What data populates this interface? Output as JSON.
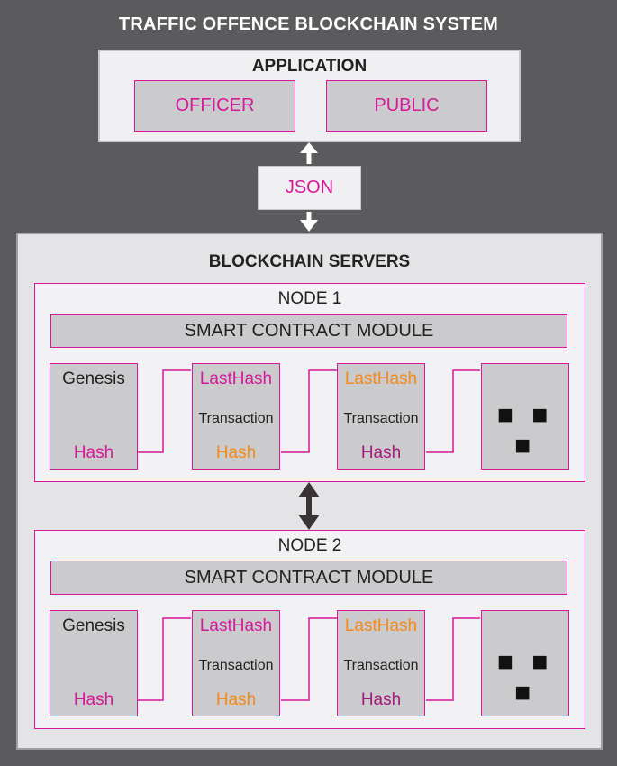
{
  "title": "TRAFFIC OFFENCE BLOCKCHAIN SYSTEM",
  "application": {
    "title": "APPLICATION",
    "buttons": [
      "OFFICER",
      "PUBLIC"
    ]
  },
  "json_label": "JSON",
  "blockchain": {
    "title": "BLOCKCHAIN SERVERS",
    "nodes": [
      {
        "label": "NODE 1",
        "module": "SMART CONTRACT MODULE",
        "blocks": [
          {
            "top": "Genesis",
            "middle": "",
            "bottom": "Hash"
          },
          {
            "top": "LastHash",
            "middle": "Transaction",
            "bottom": "Hash"
          },
          {
            "top": "LastHash",
            "middle": "Transaction",
            "bottom": "Hash"
          }
        ],
        "more": "■ ■ ■"
      },
      {
        "label": "NODE 2",
        "module": "SMART CONTRACT MODULE",
        "blocks": [
          {
            "top": "Genesis",
            "middle": "",
            "bottom": "Hash"
          },
          {
            "top": "LastHash",
            "middle": "Transaction",
            "bottom": "Hash"
          },
          {
            "top": "LastHash",
            "middle": "Transaction",
            "bottom": "Hash"
          }
        ],
        "more": "■ ■ ■"
      }
    ]
  },
  "colors": {
    "background": "#5b5a5c",
    "accent_pink": "#d6199a",
    "accent_orange": "#f28a1c",
    "accent_purple": "#a51a7e"
  }
}
